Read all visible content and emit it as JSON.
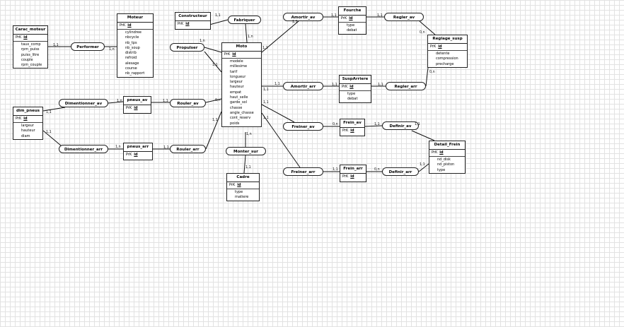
{
  "entities": [
    {
      "id": "carac_moteur",
      "title": "Carac_moteur",
      "pk": "id",
      "attrs": [
        "taux_comp",
        "rpm_puiss",
        "puiss_litre",
        "couple",
        "rpm_couple"
      ]
    },
    {
      "id": "moteur",
      "title": "Moteur",
      "pk": "id",
      "attrs": [
        "cylindree",
        "nbcycle",
        "nb_tps",
        "nb_soup",
        "distrib",
        "refroid",
        "alesage",
        "course",
        "nb_rapport"
      ]
    },
    {
      "id": "constructeur",
      "title": "Constructeur",
      "pk": "id",
      "attrs": []
    },
    {
      "id": "moto",
      "title": "Moto",
      "pk": "id",
      "attrs": [
        "modele",
        "millesime",
        "tarif",
        "longueur",
        "largeur",
        "hauteur",
        "empat",
        "haut_selle",
        "garde_sol",
        "chasse",
        "angle_chasse",
        "cont_reserv",
        "poids"
      ]
    },
    {
      "id": "fourche",
      "title": "Fourche",
      "pk": "id",
      "attrs": [
        "type",
        "debat"
      ]
    },
    {
      "id": "reglage_susp",
      "title": "Reglage_susp",
      "pk": "id",
      "attrs": [
        "detente",
        "compression",
        "precharge"
      ]
    },
    {
      "id": "susparriere",
      "title": "SuspArriere",
      "pk": "id",
      "attrs": [
        "type",
        "debat"
      ]
    },
    {
      "id": "dim_pneus",
      "title": "dim_pneus",
      "pk": "id",
      "attrs": [
        "largeur",
        "hauteur",
        "diam"
      ]
    },
    {
      "id": "pneus_av",
      "title": "pneus_av",
      "pk": "id",
      "attrs": []
    },
    {
      "id": "pneus_arr",
      "title": "pneus_arr",
      "pk": "id",
      "attrs": []
    },
    {
      "id": "frein_av",
      "title": "Frein_av",
      "pk": "id",
      "attrs": []
    },
    {
      "id": "frein_arr",
      "title": "Frein_arr",
      "pk": "id",
      "attrs": []
    },
    {
      "id": "detail_frein",
      "title": "Detail_Frein",
      "pk": "id",
      "attrs": [
        "nd_disk",
        "nd_piston",
        "type"
      ]
    },
    {
      "id": "cadre",
      "title": "Cadre",
      "pk": "id",
      "attrs": [
        "type",
        "matiere"
      ]
    }
  ],
  "pk_label": "PrK",
  "relations": [
    {
      "id": "performer",
      "label": "Performer"
    },
    {
      "id": "fabriquer",
      "label": "Fabriquer"
    },
    {
      "id": "propulser",
      "label": "Propulser"
    },
    {
      "id": "amortir_av",
      "label": "Amortir_av"
    },
    {
      "id": "regler_av",
      "label": "Regler_av"
    },
    {
      "id": "amortir_arr",
      "label": "Amortir_arr"
    },
    {
      "id": "regler_arr",
      "label": "Regler_arr"
    },
    {
      "id": "dimentionner_av",
      "label": "Dimentionner_av"
    },
    {
      "id": "rouler_av",
      "label": "Rouler_av"
    },
    {
      "id": "dimentionner_arr",
      "label": "Dimentionner_arr"
    },
    {
      "id": "rouler_arr",
      "label": "Rouler_arr"
    },
    {
      "id": "freiner_av",
      "label": "Freiner_av"
    },
    {
      "id": "definir_av",
      "label": "Definir_av"
    },
    {
      "id": "freiner_arr",
      "label": "Freiner_arr"
    },
    {
      "id": "definir_arr",
      "label": "Definir_arr"
    },
    {
      "id": "monter_sur",
      "label": "Monter_sur"
    }
  ],
  "cardinalities": [
    "1,1",
    "1,n",
    "1,1",
    "1,n",
    "1,1",
    "1,n",
    "1,1",
    "1,1",
    "1,1",
    "1,1",
    "0,n",
    "1,1",
    "1,1",
    "1,1",
    "1,1",
    "0,n",
    "1,1",
    "1,n",
    "1,1",
    "0,n",
    "1,1",
    "1,n",
    "1,1",
    "1,1",
    "1,1",
    "0,n",
    "1,1",
    "1,1",
    "1,1",
    "1,1",
    "0,n",
    "1,1",
    "1,n",
    "1,1",
    "1,1",
    "1,1",
    "1,1",
    "1,1",
    "1,1",
    "1,1",
    "0,n",
    "1,1",
    "1,n"
  ],
  "colors": {
    "line": "#111111",
    "border": "#222222",
    "grid": "#e2e2e2",
    "background": "#ffffff"
  }
}
